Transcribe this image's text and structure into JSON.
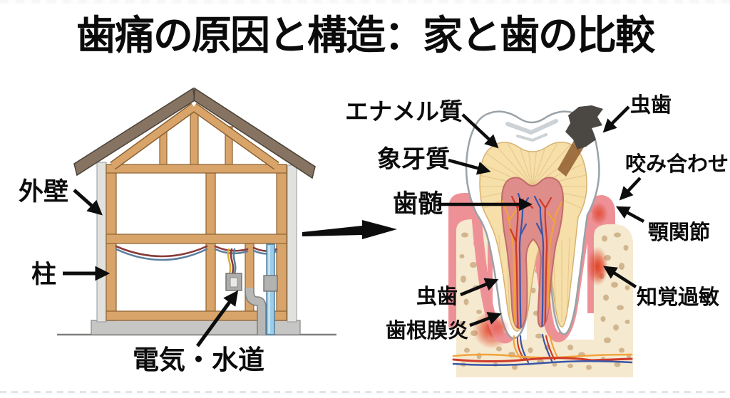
{
  "title": "歯痛の原因と構造：家と歯の比較",
  "house": {
    "labels": {
      "outer_wall": "外壁",
      "pillar": "柱",
      "utilities": "電気・水道"
    },
    "colors": {
      "roof": "#867362",
      "frame_wood": "#d9a46a",
      "outer_wall": "#e1e1de",
      "foundation": "#c6c6c4",
      "water_pipe": "#9ecbe6",
      "drain_pipe": "#b7b7b5",
      "wire_red": "#8a3a3a",
      "wire_blue": "#5b7f9e",
      "wire_yellow": "#d8b13a"
    }
  },
  "tooth": {
    "labels": {
      "enamel": "エナメル質",
      "dentin": "象牙質",
      "pulp": "歯髄",
      "cavity_crown": "虫歯",
      "bite": "咬み合わせ",
      "jaw_joint": "顎関節",
      "hypersensitivity": "知覚過敏",
      "cavity_root": "虫歯",
      "periodontitis": "歯根膜炎"
    },
    "colors": {
      "enamel": "#ffffff",
      "enamel_outline": "#99a2a7",
      "dentin": "#f6dfa8",
      "pulp": "#de8d8b",
      "gum": "#ee9197",
      "bone": "#f5e9cf",
      "bone_spots": "#d1b58e",
      "inflammation": "#dd3a20",
      "cavity": "#4b4742",
      "vessel_red": "#cf3a2a",
      "vessel_blue": "#3a56a8",
      "vessel_yellow": "#f0a33c"
    }
  }
}
